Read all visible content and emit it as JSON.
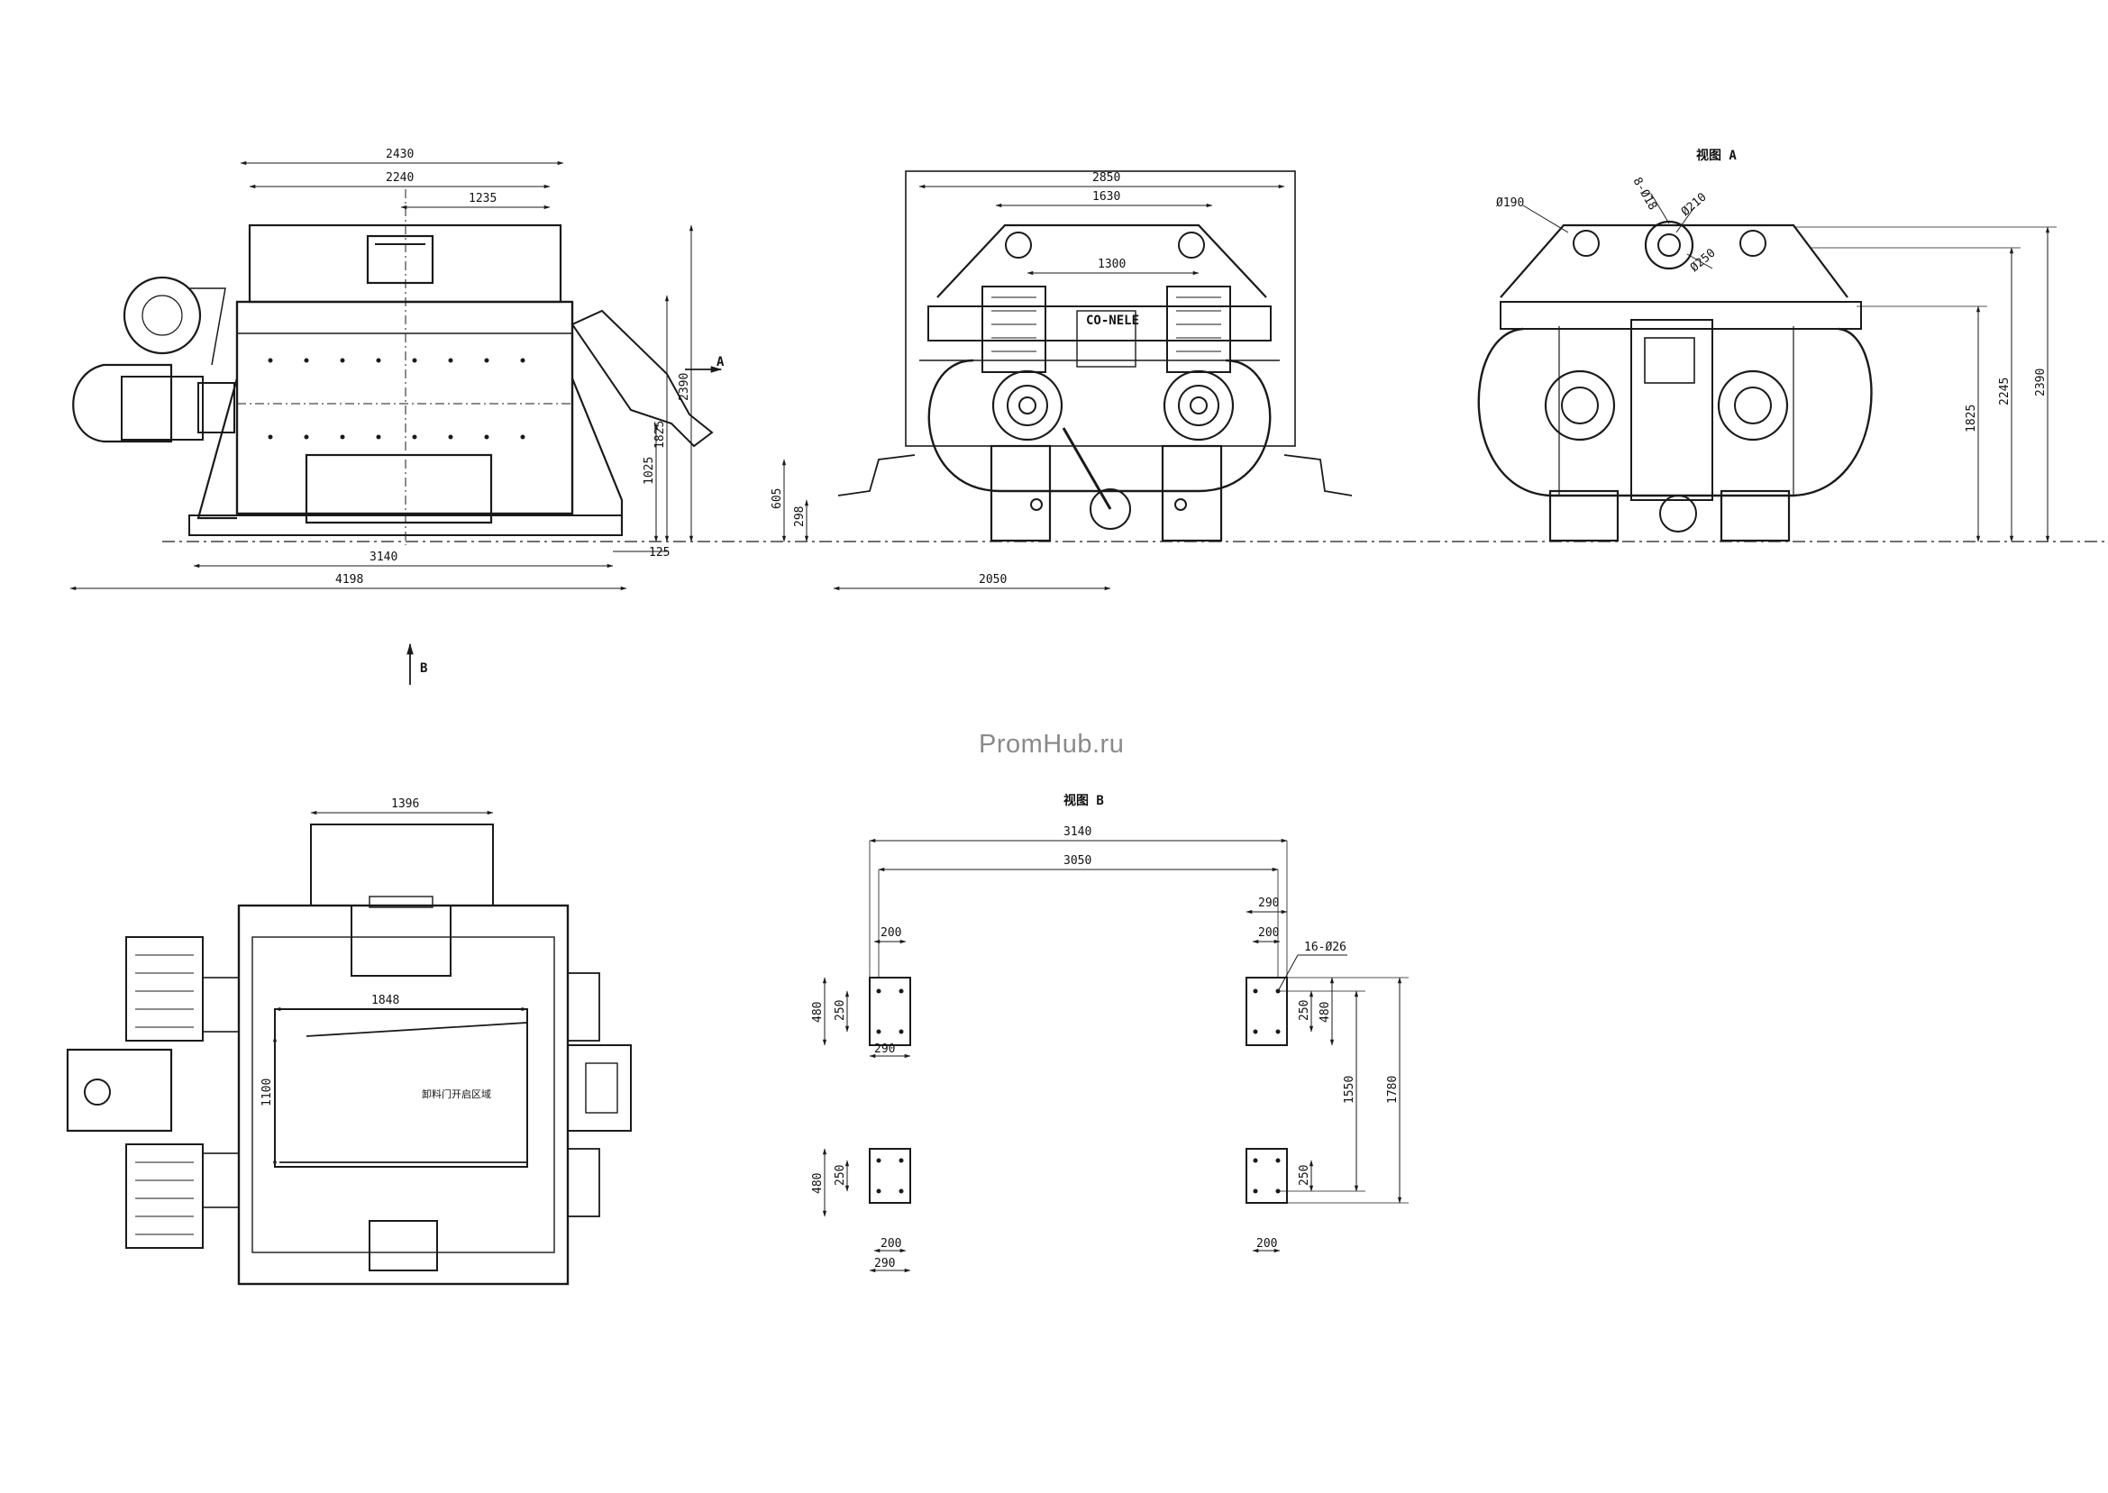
{
  "watermark": "PromHub.ru",
  "views": {
    "side": {
      "dims": {
        "d2430": "2430",
        "d2240": "2240",
        "d1235": "1235",
        "d3140": "3140",
        "d4198": "4198",
        "d125": "125",
        "d2390": "2390",
        "d1825": "1825",
        "d1025": "1025"
      },
      "arrow_a": "A"
    },
    "front": {
      "dims": {
        "d2850": "2850",
        "d1630": "1630",
        "d1300": "1300",
        "d2050": "2050",
        "d605": "605",
        "d298": "298"
      },
      "brand": "CO-NELE"
    },
    "view_a": {
      "title": "视图 A",
      "dims": {
        "phi190": "Ø190",
        "holes": "8-Ø18",
        "phi210": "Ø210",
        "phi250": "Ø250",
        "d1825": "1825",
        "d2245": "2245",
        "d2390": "2390"
      }
    },
    "top": {
      "arrow_b": "B",
      "dims": {
        "d1396": "1396",
        "d1848": "1848",
        "d1100": "1100"
      },
      "zone_text": "卸料门开启区域"
    },
    "view_b": {
      "title": "视图 B",
      "dims": {
        "d3140": "3140",
        "d3050": "3050",
        "d290": "290",
        "d200": "200",
        "d480": "480",
        "d250": "250",
        "holes": "16-Ø26",
        "d1550": "1550",
        "d1780": "1780"
      }
    }
  },
  "colors": {
    "line": "#1a1a1a",
    "watermark": "#8a8a8a"
  }
}
